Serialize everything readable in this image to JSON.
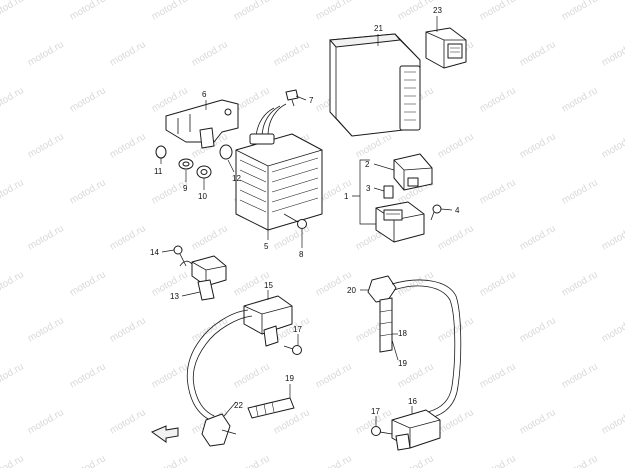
{
  "watermark": "motod.ru",
  "callouts": [
    "1",
    "2",
    "3",
    "4",
    "5",
    "6",
    "7",
    "8",
    "9",
    "10",
    "11",
    "12",
    "13",
    "14",
    "15",
    "16",
    "17",
    "17",
    "18",
    "19",
    "19",
    "20",
    "21",
    "22",
    "23"
  ]
}
